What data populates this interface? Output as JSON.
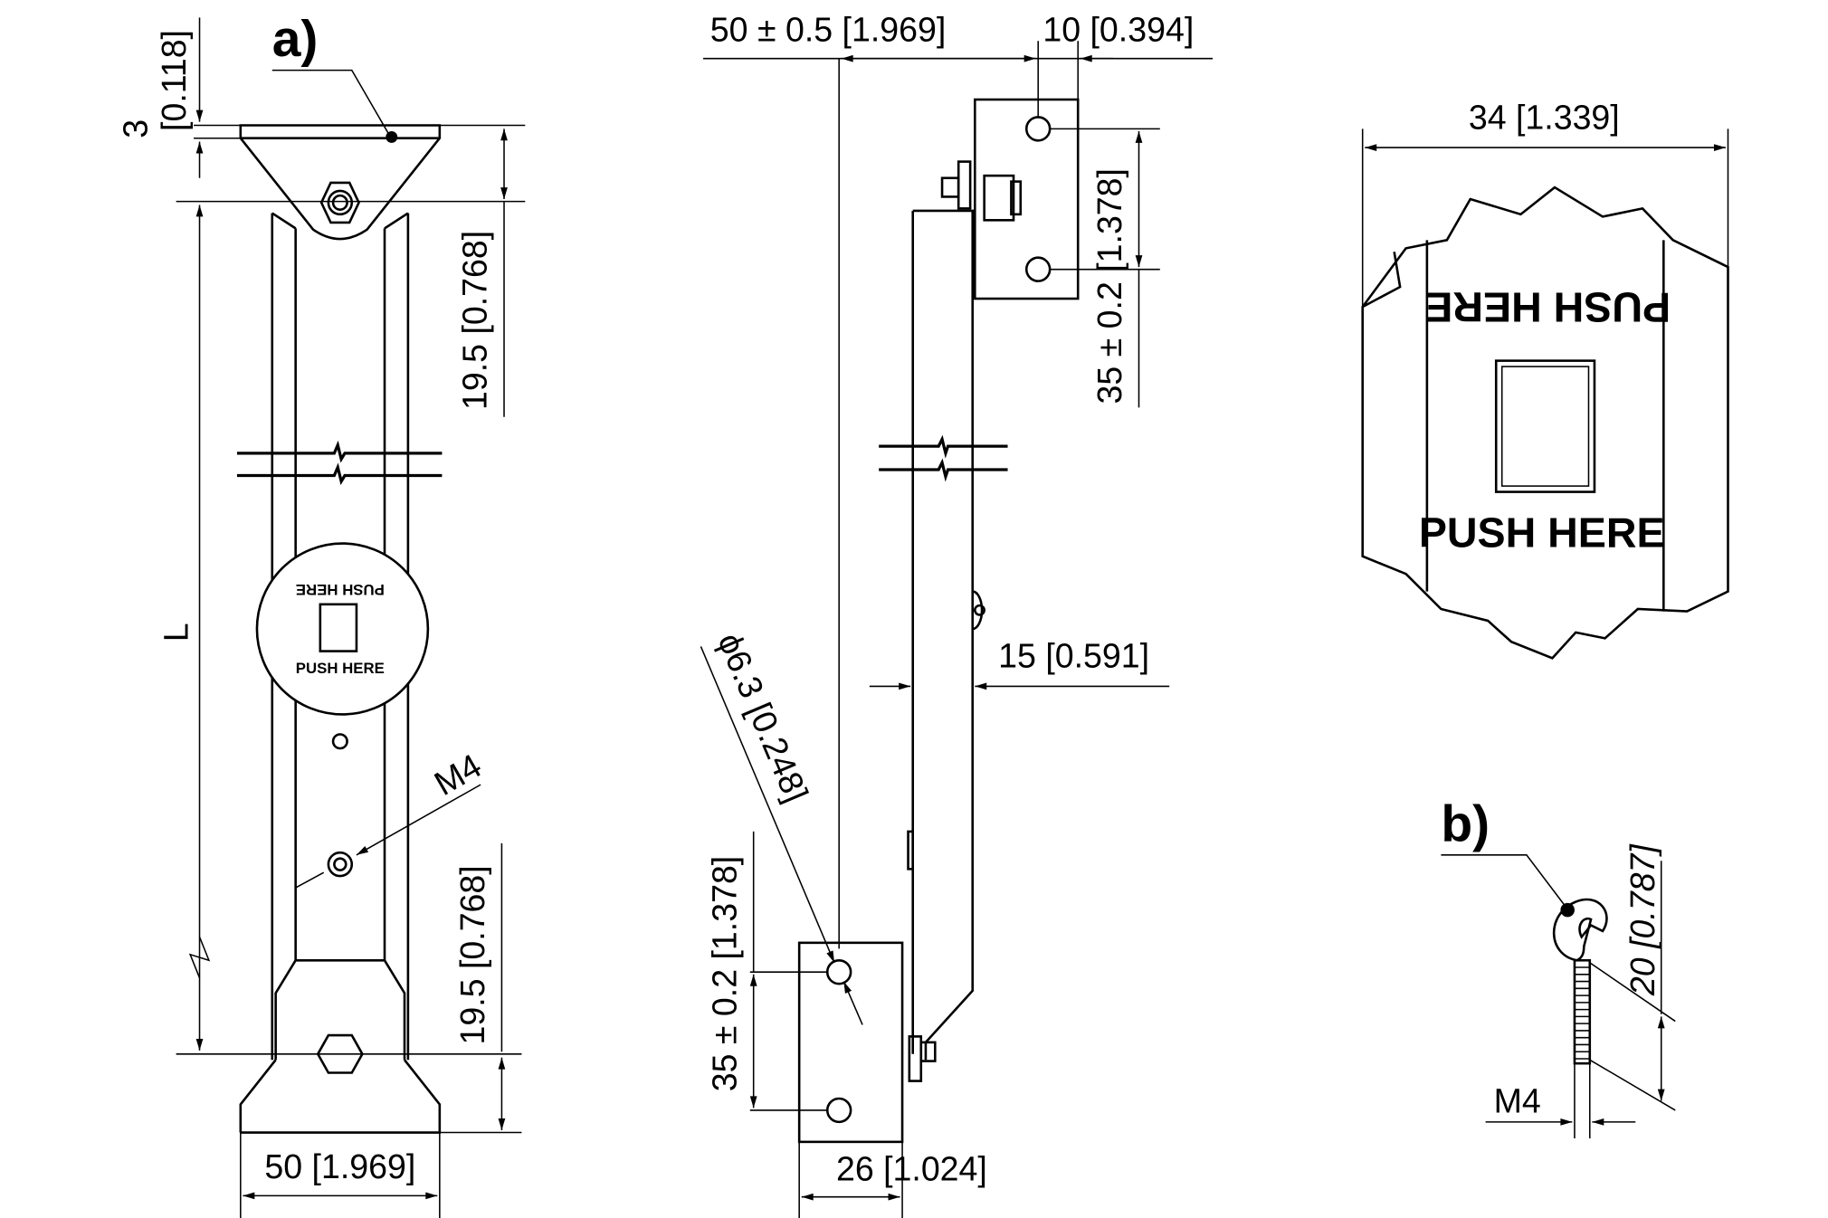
{
  "labels": {
    "a": "a)",
    "b": "b)"
  },
  "dimensions": {
    "top_thickness": "3",
    "top_thickness_in": "[0.118]",
    "top_height": "19.5 [0.768]",
    "bottom_height": "19.5 [0.768]",
    "length": "L",
    "thread_a": "M4",
    "base_width": "50 [1.969]",
    "offset": "50 ± 0.5 [1.969]",
    "hole_offset": "10 [0.394]",
    "top_hole_spacing": "35 ± 0.2 [1.378]",
    "bar_width": "15 [0.591]",
    "hole_diameter": "ϕ6.3 [0.248]",
    "bottom_hole_spacing": "35 ± 0.2 [1.378]",
    "bottom_block_width": "26 [1.024]",
    "detail_width": "34 [1.339]",
    "screw_length": "20 [0.787]",
    "thread_b": "M4"
  },
  "push_label": {
    "top": "PUSH HERE",
    "bottom": "PUSH HERE"
  }
}
